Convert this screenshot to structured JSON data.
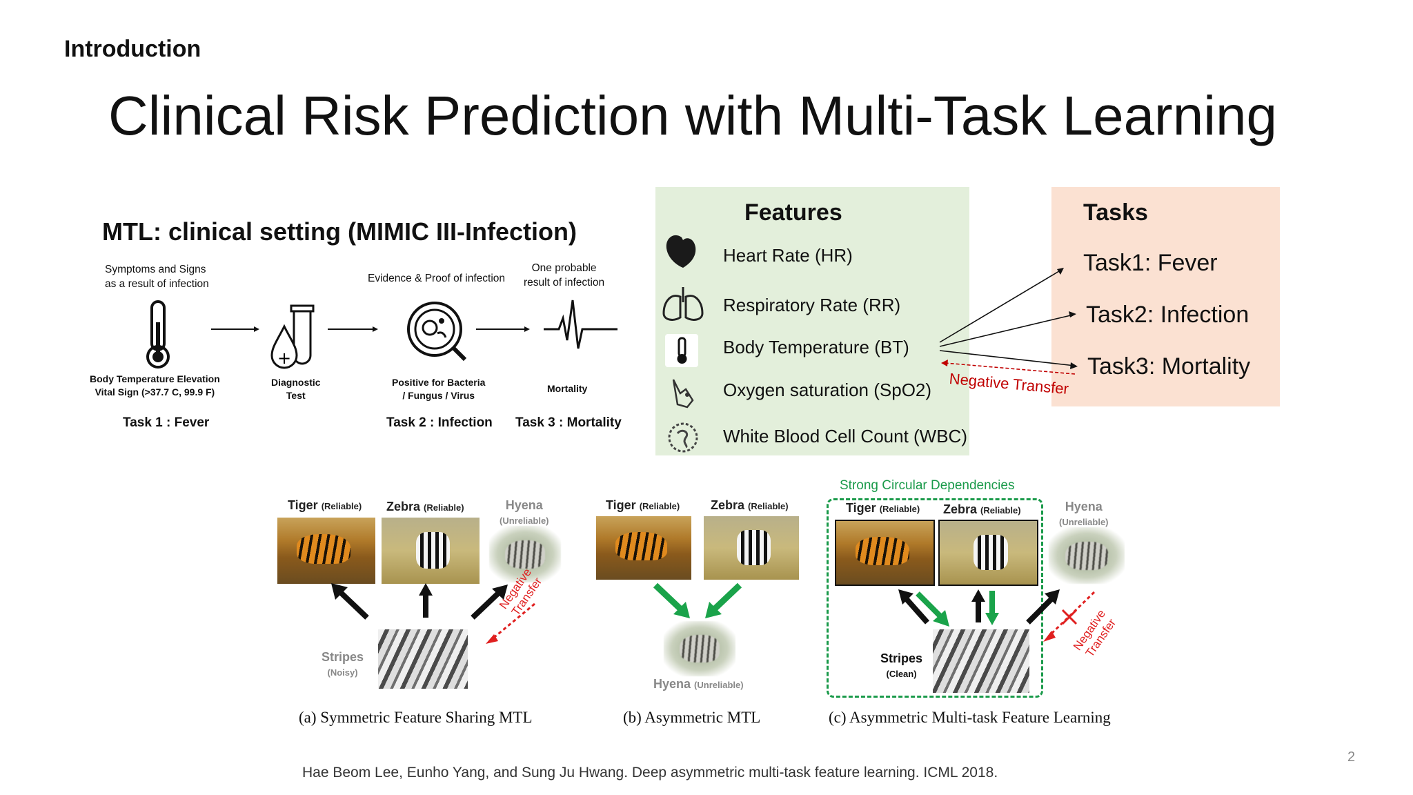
{
  "section": "Introduction",
  "title": "Clinical Risk Prediction with Multi-Task Learning",
  "mtl": {
    "heading": "MTL: clinical setting (MIMIC III-Infection)",
    "top_left_line1": "Symptoms and Signs",
    "top_left_line2": "as a result of infection",
    "top_mid": "Evidence & Proof of infection",
    "top_right_line1": "One probable",
    "top_right_line2": "result of infection",
    "body_temp_line1": "Body Temperature Elevation",
    "body_temp_line2": "Vital Sign (>37.7 C, 99.9 F)",
    "diag_line1": "Diagnostic",
    "diag_line2": "Test",
    "positive_line1": "Positive for Bacteria",
    "positive_line2": "/ Fungus / Virus",
    "mortality": "Mortality",
    "task1": "Task 1 : Fever",
    "task2": "Task 2 : Infection",
    "task3": "Task 3 : Mortality"
  },
  "features": {
    "title": "Features",
    "items": [
      {
        "label": "Heart Rate (HR)",
        "icon": "heart-icon"
      },
      {
        "label": "Respiratory Rate (RR)",
        "icon": "lungs-icon"
      },
      {
        "label": "Body Temperature (BT)",
        "icon": "thermometer-icon"
      },
      {
        "label": "Oxygen saturation (SpO2)",
        "icon": "finger-oximeter-icon"
      },
      {
        "label": "White Blood Cell Count (WBC)",
        "icon": "cell-icon"
      }
    ]
  },
  "tasks": {
    "title": "Tasks",
    "items": [
      "Task1: Fever",
      "Task2: Infection",
      "Task3: Mortality"
    ],
    "negative_transfer": "Negative Transfer"
  },
  "figure": {
    "tiger": "Tiger",
    "zebra": "Zebra",
    "hyena": "Hyena",
    "reliable": "(Reliable)",
    "unreliable": "(Unreliable)",
    "stripes": "Stripes",
    "noisy": "(Noisy)",
    "clean": "(Clean)",
    "negative": "Negative",
    "transfer": "Transfer",
    "strong_circular": "Strong Circular Dependencies",
    "caption_a": "(a) Symmetric Feature Sharing MTL",
    "caption_b": "(b) Asymmetric MTL",
    "caption_c": "(c) Asymmetric Multi-task Feature Learning"
  },
  "citation": "Hae Beom Lee, Eunho Yang, and Sung Ju Hwang. Deep asymmetric multi-task feature learning. ICML 2018.",
  "page_number": "2"
}
